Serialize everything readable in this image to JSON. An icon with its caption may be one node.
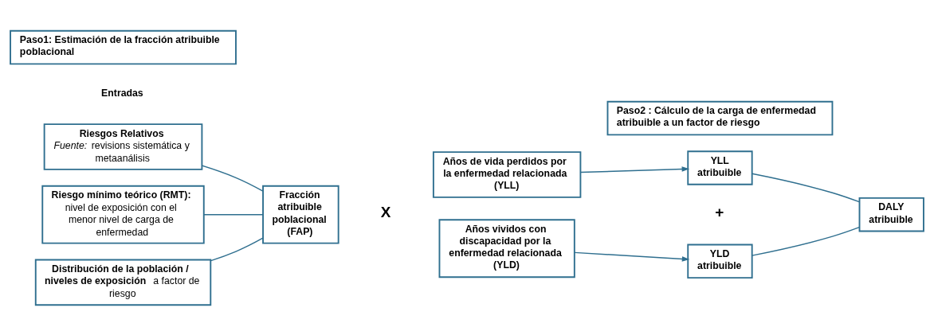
{
  "diagram": {
    "nodes": [
      {
        "text": [
          "Paso1: Estimación de la fracción atribuible poblacional"
        ]
      },
      {
        "text": [
          "Paso2 : Cálculo de la carga de enfermedad atribuible a un factor de riesgo"
        ]
      },
      {
        "text": [
          "Riesgos Relativos",
          "*Fuente:* revisions sistemática y metaanálisis"
        ]
      },
      {
        "text": [
          "Riesgo mínimo teórico (RMT):",
          "nivel de exposición con el menor nivel de carga de enfermedad"
        ]
      },
      {
        "text": [
          "**Distribución de la población / niveles de exposición** a factor de riesgo"
        ]
      },
      {
        "text": [
          "Fracción atribuible poblacional (FAP)"
        ]
      },
      {
        "text": [
          "Años de vida perdidos por la enfermedad relacionada (YLL)"
        ]
      },
      {
        "text": [
          "Años vividos con discapacidad por la enfermedad relacionada (YLD)"
        ]
      },
      {
        "text": [
          "YLL atribuible"
        ]
      },
      {
        "text": [
          "YLD atribuible"
        ]
      },
      {
        "text": [
          "DALY atribuible"
        ]
      }
    ],
    "edges": [
      {
        "from": 2,
        "to": 5,
        "arrow": "none"
      },
      {
        "from": 3,
        "to": 5,
        "arrow": "none"
      },
      {
        "from": 4,
        "to": 5,
        "arrow": "none"
      },
      {
        "from": 6,
        "to": 8,
        "arrow": "to"
      },
      {
        "from": 7,
        "to": 9,
        "arrow": "to"
      },
      {
        "from": 8,
        "to": 10,
        "arrow": "none"
      },
      {
        "from": 9,
        "to": 10,
        "arrow": "none"
      }
    ],
    "labels": [
      "Entradas",
      "X",
      "+"
    ]
  }
}
